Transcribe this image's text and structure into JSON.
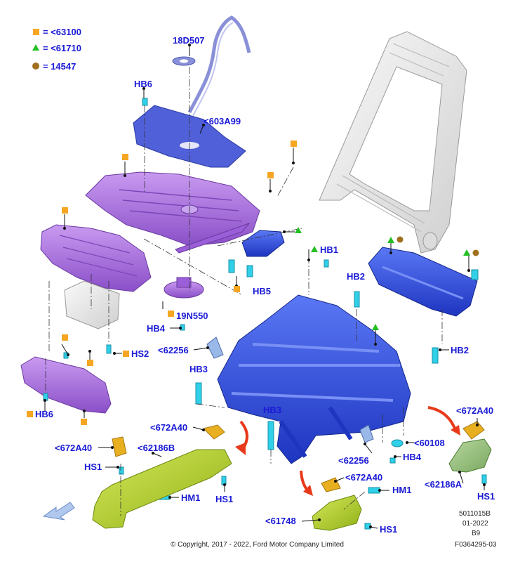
{
  "legend": [
    {
      "symbol": "square",
      "color": "#f5a623",
      "text": "= <63100"
    },
    {
      "symbol": "triangle",
      "color": "#22c022",
      "text": "= <61710"
    },
    {
      "symbol": "circle",
      "color": "#a0701e",
      "text": "= 14547"
    }
  ],
  "callouts": {
    "c_18D507": "18D507",
    "c_HB6_top": "HB6",
    "c_603A99": "<603A99",
    "c_HB1": "HB1",
    "c_HB2_a": "HB2",
    "c_HB5": "HB5",
    "c_19N550": "19N550",
    "c_HB4_a": "HB4",
    "c_62256_a": "<62256",
    "c_HS2": "HS2",
    "c_HB2_b": "HB2",
    "c_HB3_a": "HB3",
    "c_HB6_bot": "HB6",
    "c_672A40_a": "<672A40",
    "c_672A40_b": "<672A40",
    "c_62186B": "<62186B",
    "c_HS1_a": "HS1",
    "c_HM1_a": "HM1",
    "c_HS1_b": "HS1",
    "c_HB3_b": "HB3",
    "c_60108": "<60108",
    "c_62256_b": "<62256",
    "c_HB4_b": "HB4",
    "c_672A40_c": "<672A40",
    "c_672A40_d": "<672A40",
    "c_62186A": "<62186A",
    "c_HS1_c": "HS1",
    "c_HM1_b": "HM1",
    "c_61748": "<61748",
    "c_HS1_d": "HS1"
  },
  "footer": {
    "copyright": "© Copyright, 2017 - 2022, Ford Motor Company Limited",
    "ref1": "5011015B",
    "ref2": "01-2022",
    "ref3": "B9",
    "ref4": "F0364295-03"
  },
  "colors": {
    "square": "#f5a623",
    "triangle": "#22c022",
    "circle": "#a0701e",
    "label": "#1a1ad6",
    "purple": "#a56de0",
    "blue": "#2f4fe0",
    "cyan": "#2fd0e8",
    "yellow": "#e8b020",
    "green_yellow": "#a8c820",
    "grey": "#e8e8e8",
    "arrow_red": "#e83a1a"
  },
  "icons": [
    "square-marker-icon",
    "triangle-marker-icon",
    "circle-marker-icon",
    "direction-arrow-icon"
  ]
}
